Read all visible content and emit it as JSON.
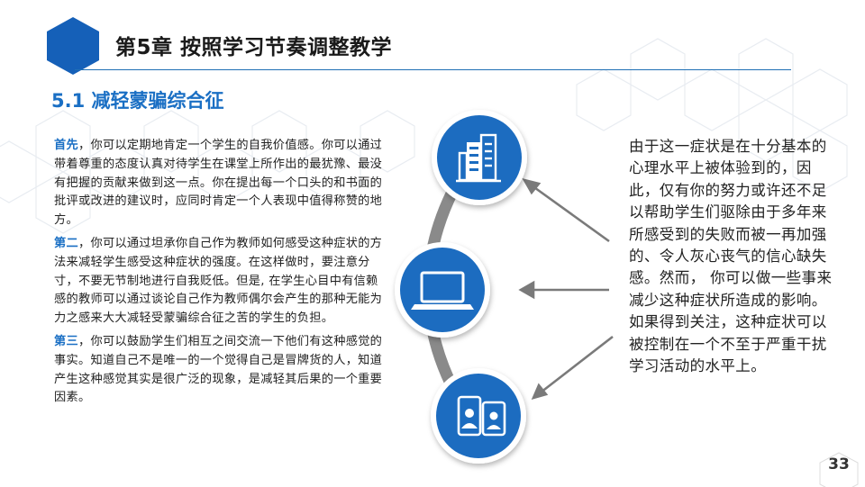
{
  "header": {
    "chapter_title": "第5章 按照学习节奏调整教学",
    "section_title": "5.1 减轻蒙骗综合征"
  },
  "left_paragraphs": [
    {
      "lead": "首先",
      "text": "，你可以定期地肯定一个学生的自我价值感。你可以通过带着尊重的态度认真对待学生在课堂上所作出的最犹豫、最没有把握的贡献来做到这一点。你在提出每一个口头的和书面的批评或改进的建议时，应同时肯定一个人表现中值得称赞的地方。"
    },
    {
      "lead": "第二",
      "text": "，你可以通过坦承你自己作为教师如何感受这种症状的方法来减轻学生感受这种症状的强度。在这样做时，要注意分寸，不要无节制地进行自我贬低。但是, 在学生心目中有信赖感的教师可以通过谈论自己作为教师偶尔会产生的那种无能为力之感来大大减轻受蒙骗综合征之苦的学生的负担。"
    },
    {
      "lead": "第三",
      "text": "，你可以鼓励学生们相互之间交流一下他们有这种感觉的事实。知道自己不是唯一的一个觉得自己是冒牌货的人，知道产生这种感觉其实是很广泛的现象，是减轻其后果的一个重要因素。"
    }
  ],
  "right_text": "由于这一症状是在十分基本的心理水平上被体验到的，因此，仅有你的努力或许还不足以帮助学生们驱除由于多年来所感受到的失败而被一再加强的、令人灰心丧气的信心缺失感。然而， 你可以做一些事来减少这种症状所造成的影响。如果得到关注，这种症状可以被控制在一个不至于严重干扰学习活动的水平上。",
  "icons": [
    "building-icon",
    "laptop-icon",
    "contact-cards-icon"
  ],
  "page_number": "33",
  "colors": {
    "accent": "#1a6fc4",
    "circle": "#1b6cc0",
    "arc": "#8a8a8a",
    "arrow": "#7a7a7a"
  }
}
